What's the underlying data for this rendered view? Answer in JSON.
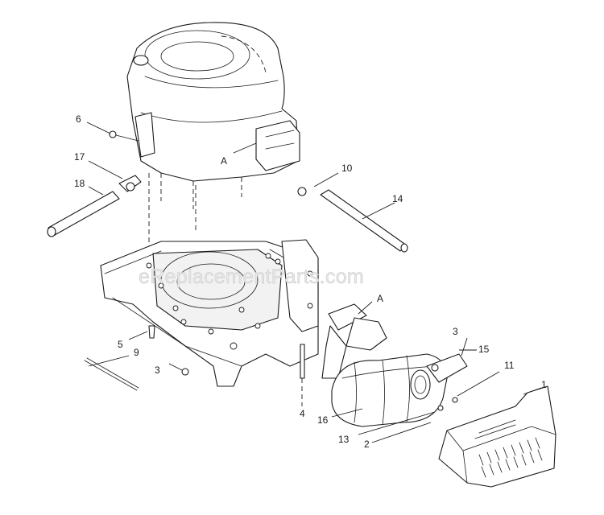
{
  "watermark": "eReplacementParts.com",
  "callouts": [
    "1",
    "2",
    "3",
    "3",
    "4",
    "5",
    "6",
    "9",
    "10",
    "11",
    "13",
    "14",
    "15",
    "16",
    "17",
    "18",
    "A",
    "A"
  ],
  "colors": {
    "line": "#1a1a1a",
    "background": "#ffffff",
    "watermark": "#c8c8c8"
  }
}
